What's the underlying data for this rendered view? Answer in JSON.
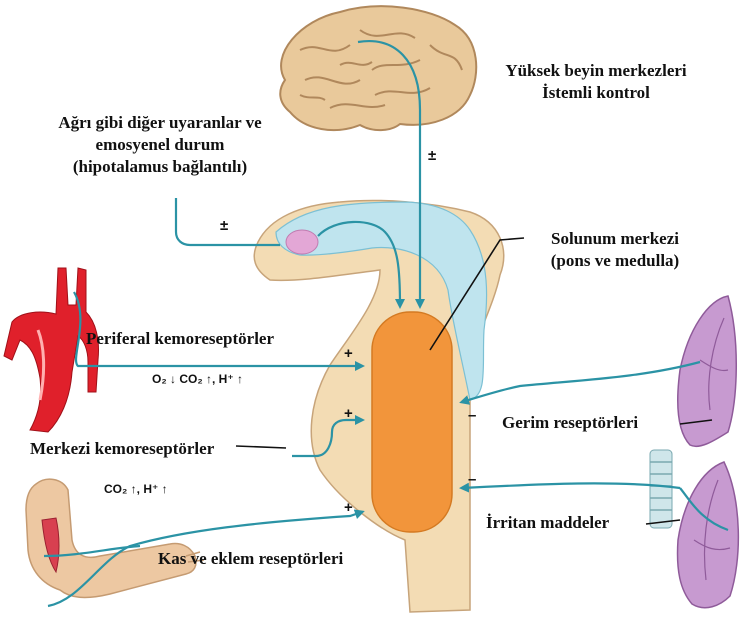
{
  "labels": {
    "higher_brain_1": "Yüksek beyin merkezleri",
    "higher_brain_2": "İstemli kontrol",
    "other_stimuli_1": "Ağrı gibi diğer uyaranlar ve",
    "other_stimuli_2": "emosyenel durum",
    "other_stimuli_3": "(hipotalamus bağlantılı)",
    "resp_center_1": "Solunum merkezi",
    "resp_center_2": "(pons ve medulla)",
    "peripheral": "Periferal kemoreseptörler",
    "peripheral_formula": "O₂ ↓ CO₂ ↑, H⁺ ↑",
    "central": "Merkezi kemoreseptörler",
    "central_formula": "CO₂ ↑, H⁺ ↑",
    "stretch": "Gerim reseptörleri",
    "irritant": "İrritan maddeler",
    "muscle": "Kas ve eklem reseptörleri"
  },
  "symbols": {
    "pm": "±",
    "plus": "+",
    "minus": "–"
  },
  "colors": {
    "arrow": "#2b93a5",
    "brain": "#e9c99b",
    "tissue": "#f3dcb4",
    "csf": "#bfe4ee",
    "resp_center": "#f2953b",
    "hypothalamus": "#e3a7d6",
    "lung": "#c79ad0",
    "artery": "#e0202b",
    "arm_skin": "#edc8a2"
  },
  "icons": [
    "brain-icon",
    "brainstem-icon",
    "artery-icon",
    "lung-icon",
    "arm-icon",
    "trachea-icon"
  ]
}
